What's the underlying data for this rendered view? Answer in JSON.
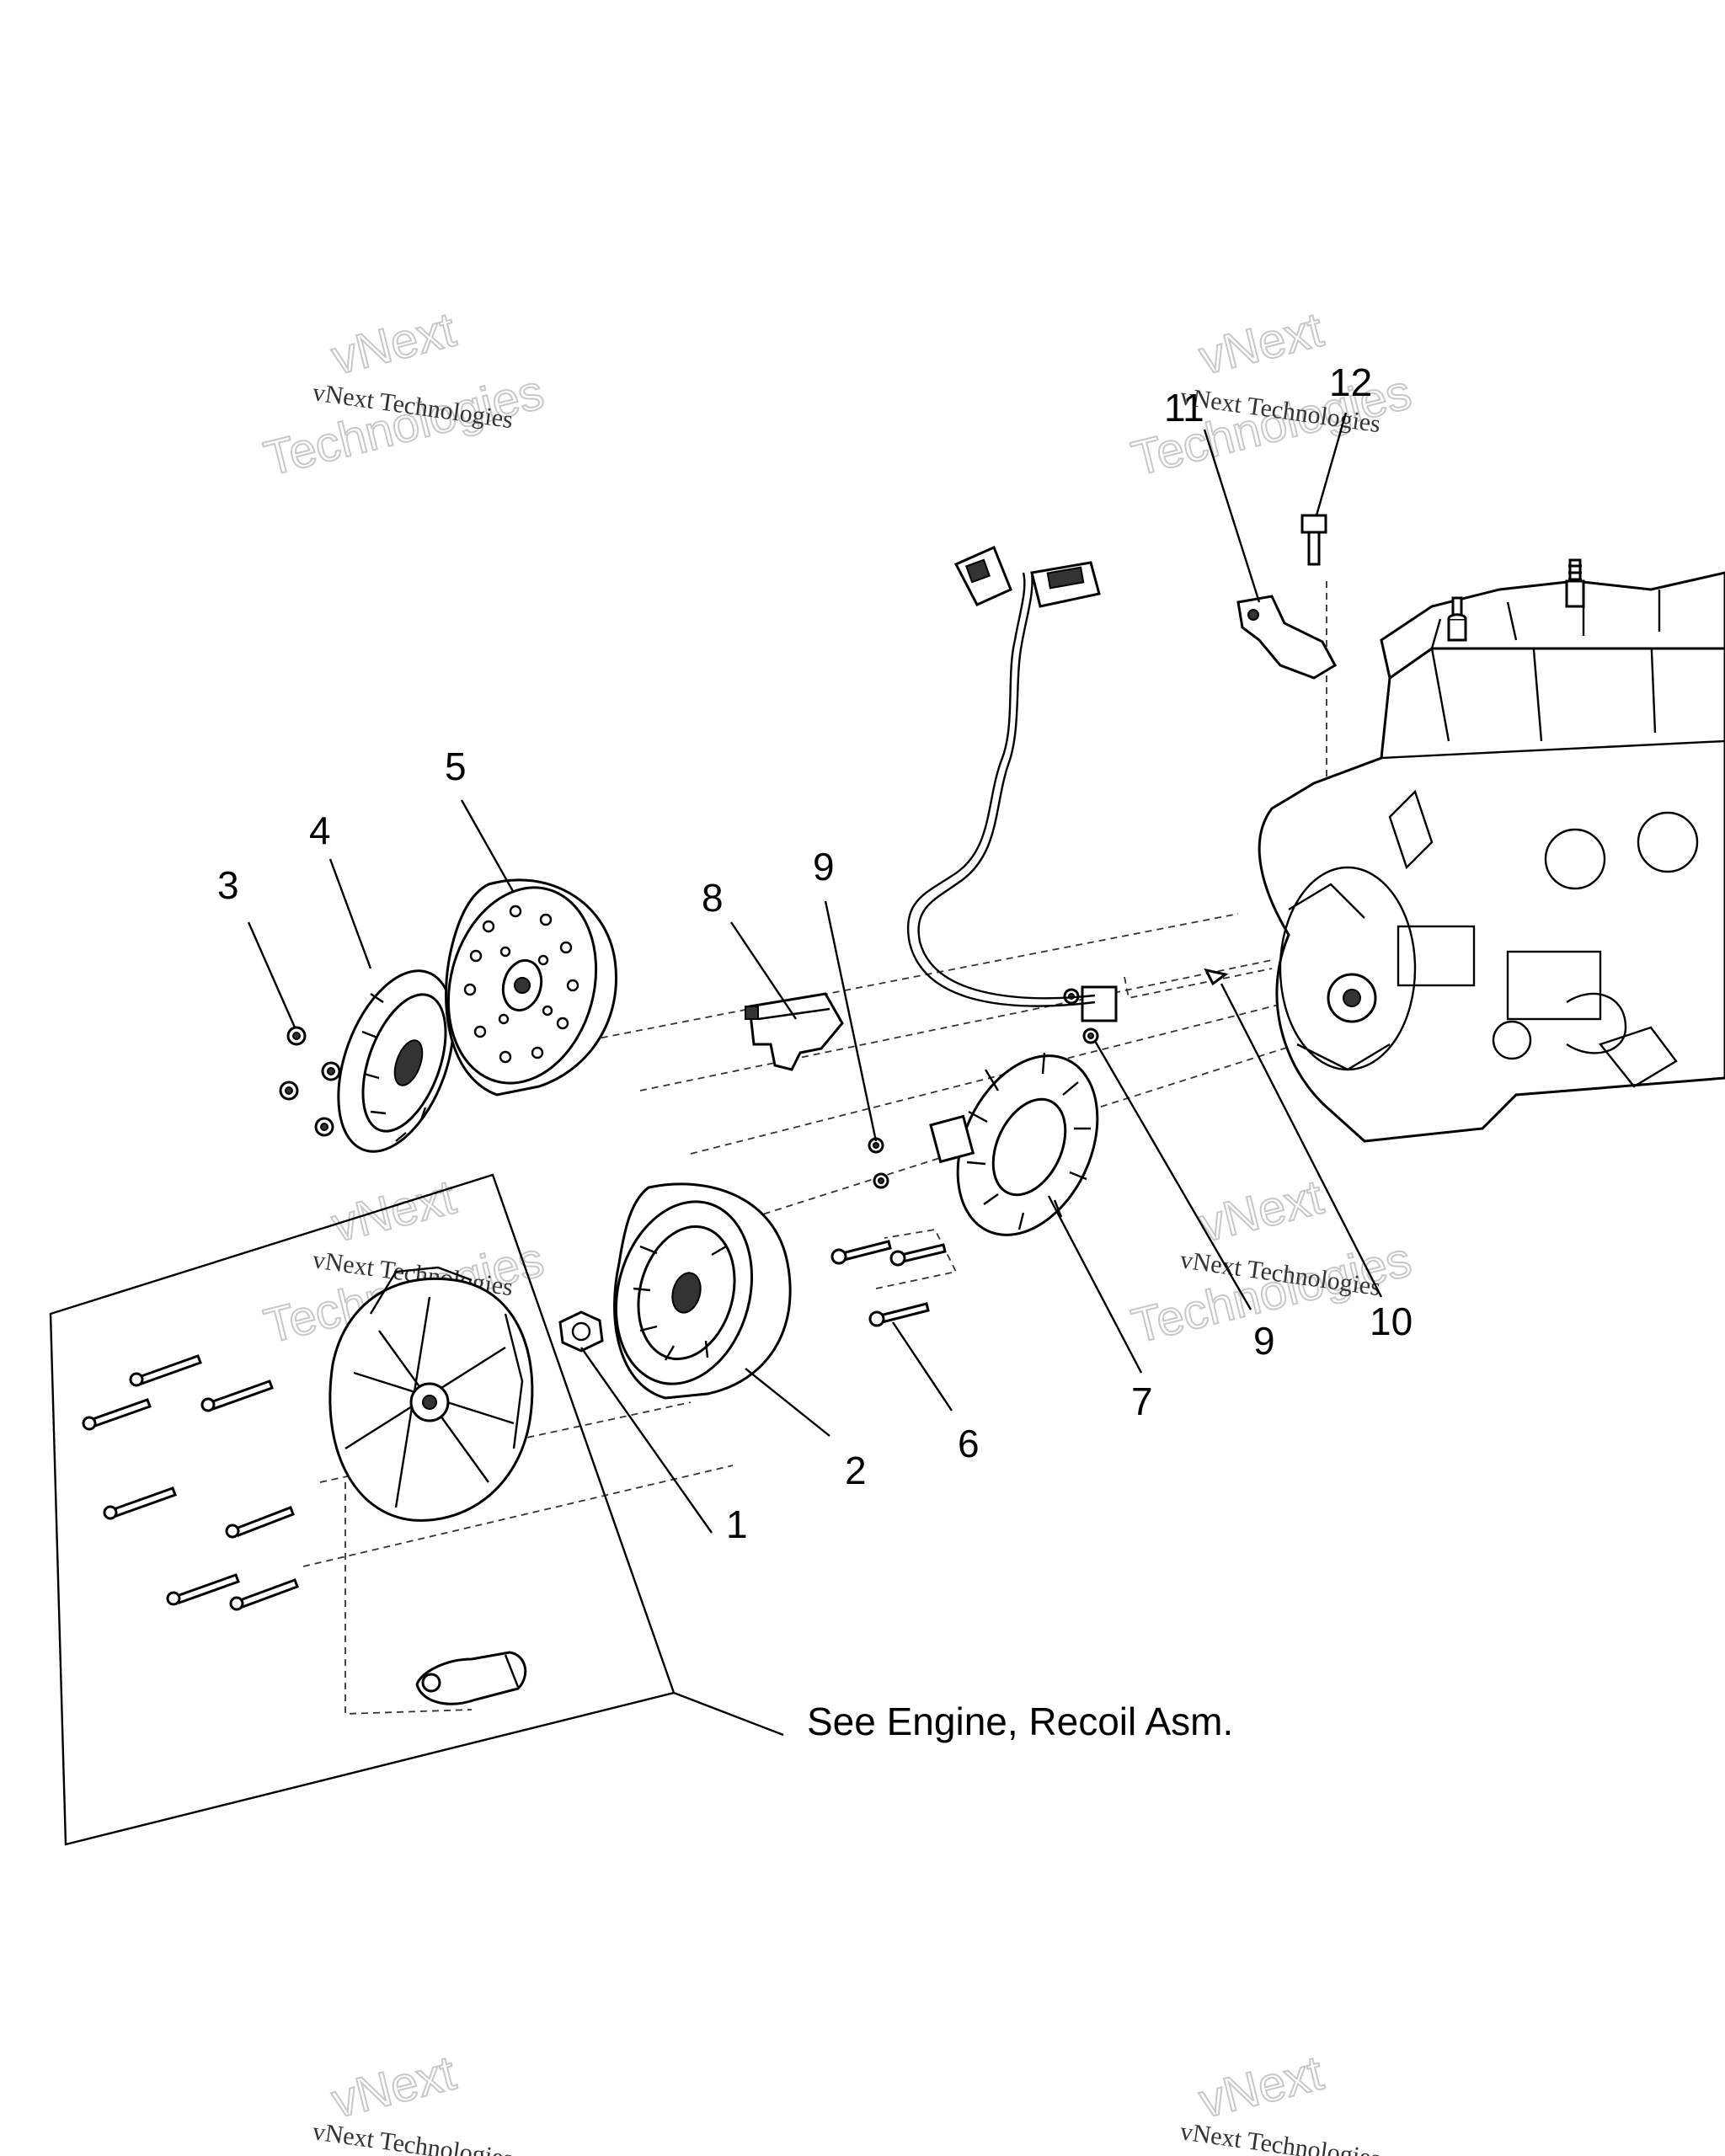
{
  "callouts": [
    {
      "id": "1",
      "label": "1"
    },
    {
      "id": "2",
      "label": "2"
    },
    {
      "id": "3",
      "label": "3"
    },
    {
      "id": "4",
      "label": "4"
    },
    {
      "id": "5",
      "label": "5"
    },
    {
      "id": "6",
      "label": "6"
    },
    {
      "id": "7",
      "label": "7"
    },
    {
      "id": "8",
      "label": "8"
    },
    {
      "id": "9a",
      "label": "9"
    },
    {
      "id": "9b",
      "label": "9"
    },
    {
      "id": "10",
      "label": "10"
    },
    {
      "id": "11",
      "label": "11"
    },
    {
      "id": "12",
      "label": "12"
    }
  ],
  "note": {
    "text": "See Engine, Recoil Asm."
  },
  "watermark": {
    "line1": "vNext Technologies",
    "line2": "vNext",
    "line3": "Technologies"
  }
}
